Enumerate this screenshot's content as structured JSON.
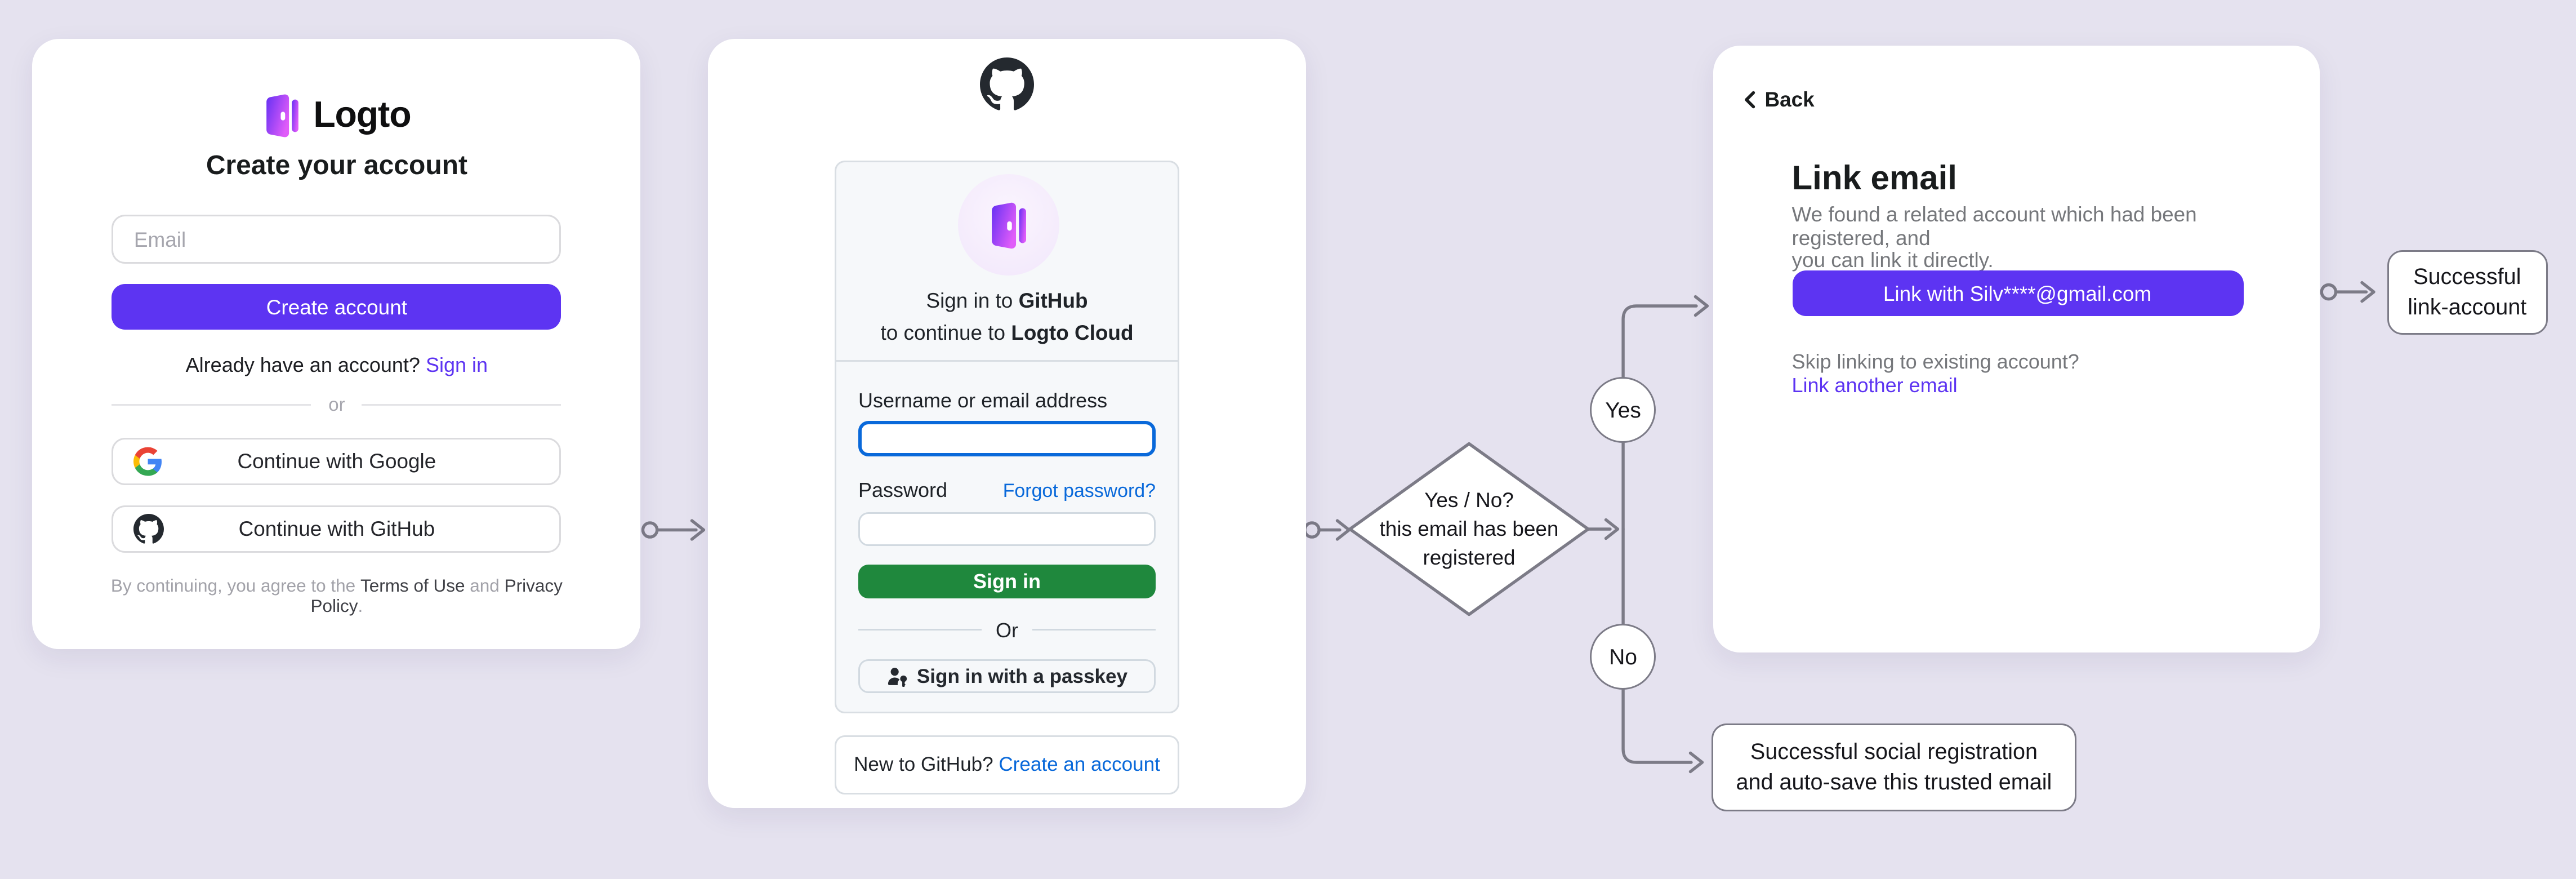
{
  "colors": {
    "background": "#E5E2EF",
    "accent_purple": "#5D34F2",
    "github_green": "#1F883D",
    "link_blue": "#0969DA",
    "connector_gray": "#7C7B87"
  },
  "logto_card": {
    "logo_icon": "logto-door-icon",
    "brand": "Logto",
    "title": "Create your account",
    "email_placeholder": "Email",
    "create_button": "Create account",
    "signin_prompt": "Already have an account? ",
    "signin_link": "Sign in",
    "divider": "or",
    "google_button": "Continue with Google",
    "github_button": "Continue with GitHub",
    "terms_prefix": "By continuing, you agree to the ",
    "terms_of_use": "Terms of Use",
    "terms_and": " and ",
    "privacy_policy": "Privacy Policy",
    "terms_suffix": "."
  },
  "github_card": {
    "heading_line1_normal": "Sign in to ",
    "heading_line1_bold": "GitHub",
    "heading_line2_normal": "to continue to ",
    "heading_line2_bold": "Logto Cloud",
    "username_label": "Username or email address",
    "password_label": "Password",
    "forgot_link": "Forgot password?",
    "signin_button": "Sign in",
    "divider": "Or",
    "passkey_button": "Sign in with a passkey",
    "footer_prompt": "New to GitHub? ",
    "footer_link": "Create an account"
  },
  "link_email_card": {
    "back_label": "Back",
    "title": "Link email",
    "description_line1": "We found a related account which had been registered, and",
    "description_line2": "you can link it directly.",
    "link_button": "Link with Silv****@gmail.com",
    "skip_text": "Skip linking to existing account?",
    "link_another": "Link another email"
  },
  "flow": {
    "decision_line1": "Yes / No?",
    "decision_line2": "this email has been",
    "decision_line3": "registered",
    "yes_label": "Yes",
    "no_label": "No",
    "success_link_line1": "Successful",
    "success_link_line2": "link-account",
    "success_social_line1": "Successful social registration",
    "success_social_line2": "and auto-save this trusted email"
  }
}
